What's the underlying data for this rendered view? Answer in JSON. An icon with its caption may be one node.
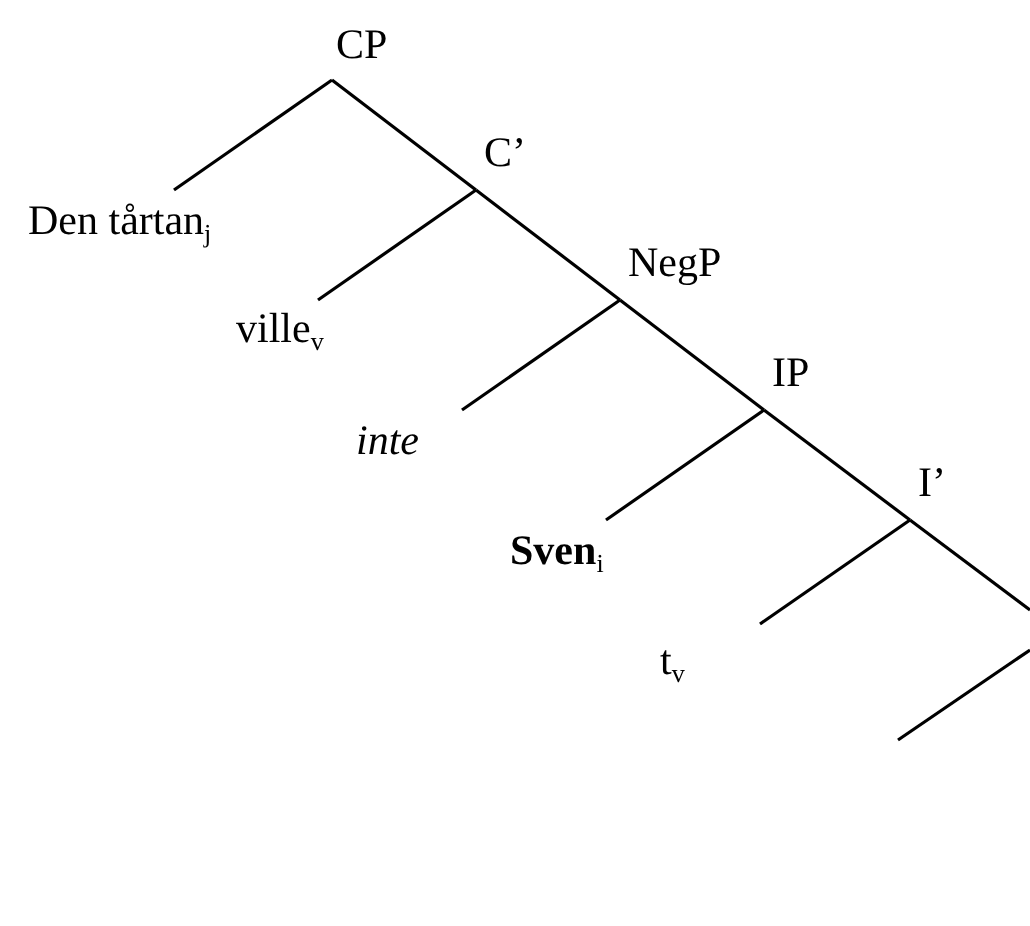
{
  "diagram": {
    "nodes": [
      {
        "text": [
          "CP"
        ]
      },
      {
        "text": [
          "Den tårtan$_{j}$"
        ]
      },
      {
        "text": [
          "C’"
        ]
      },
      {
        "text": [
          "ville$_{v}$"
        ]
      },
      {
        "text": [
          "NegP"
        ]
      },
      {
        "text": [
          "inte"
        ]
      },
      {
        "text": [
          "IP"
        ]
      },
      {
        "text": [
          "**Sven**$_{i}$"
        ]
      },
      {
        "text": [
          "I’"
        ]
      },
      {
        "text": [
          "t$_{v}$"
        ]
      }
    ],
    "edges": [
      {
        "from": 0,
        "to": 1,
        "arrow": "none"
      },
      {
        "from": 0,
        "to": 2,
        "arrow": "none"
      },
      {
        "from": 2,
        "to": 3,
        "arrow": "none"
      },
      {
        "from": 2,
        "to": 4,
        "arrow": "none"
      },
      {
        "from": 4,
        "to": 5,
        "arrow": "none"
      },
      {
        "from": 4,
        "to": 6,
        "arrow": "none"
      },
      {
        "from": 6,
        "to": 7,
        "arrow": "none"
      },
      {
        "from": 6,
        "to": 8,
        "arrow": "none"
      },
      {
        "from": 8,
        "to": 9,
        "arrow": "none"
      },
      {
        "from": 8,
        "to": null,
        "arrow": "none"
      }
    ]
  }
}
